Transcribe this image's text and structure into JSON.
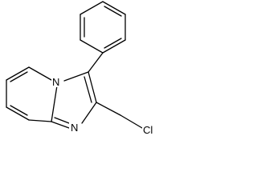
{
  "molecule": {
    "atoms": {
      "n_bridge": "N",
      "n_ring": "N",
      "chlorine": "Cl"
    }
  }
}
